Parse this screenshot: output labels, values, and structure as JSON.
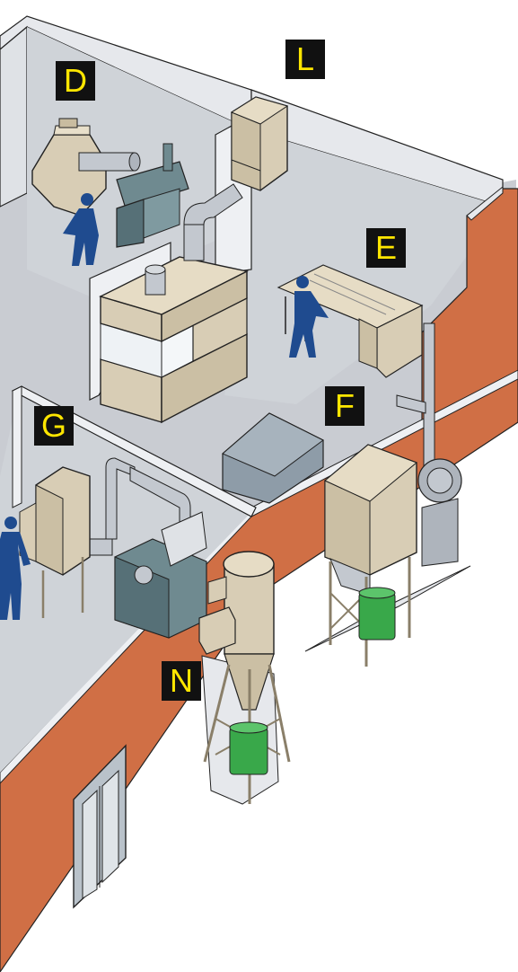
{
  "labels": {
    "D": "D",
    "L": "L",
    "E": "E",
    "F": "F",
    "G": "G",
    "N": "N"
  },
  "colors": {
    "label_background": "#111111",
    "label_text": "#ffe600",
    "brick_wall": "#d06f45",
    "floor": "#c9ccd2",
    "wall_interior": "#e6e8ec",
    "equipment": "#d8cdb5",
    "duct": "#c3c8cf",
    "machinery": "#6f8a90",
    "person": "#1f4b8f",
    "drum": "#39a84a"
  },
  "icons": [
    "person-icon",
    "dust-collector-icon",
    "cyclone-separator-icon",
    "duct-icon",
    "workbench-icon",
    "door-icon",
    "drum-icon",
    "fan-icon"
  ]
}
